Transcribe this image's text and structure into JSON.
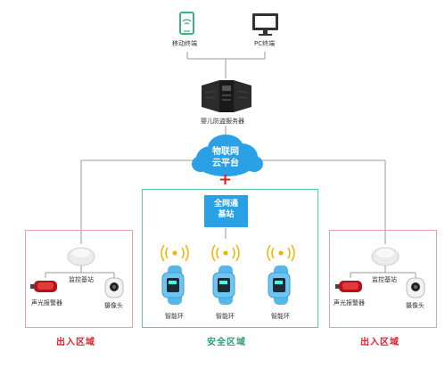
{
  "terminals": {
    "mobile_label": "移动终端",
    "pc_label": "PC终端",
    "mobile_icon": "mobile-phone-icon",
    "pc_icon": "monitor-icon"
  },
  "server": {
    "label": "婴儿防盗服务器",
    "icon": "server-rack-icon"
  },
  "cloud": {
    "line1": "物联网",
    "line2": "云平台",
    "plus": "+",
    "color": "#2aa0e6"
  },
  "base_station": {
    "line1": "全网通",
    "line2": "基站",
    "color": "#2aa0e6"
  },
  "safe_zone": {
    "title": "安全区域",
    "border_color": "#5cc9a7",
    "title_color": "#2e9e6f",
    "bands": [
      {
        "label": "智能环",
        "icon": "smart-band-icon"
      },
      {
        "label": "智能环",
        "icon": "smart-band-icon"
      },
      {
        "label": "智能环",
        "icon": "smart-band-icon"
      }
    ]
  },
  "left_zone": {
    "title": "出入区域",
    "border_color": "#e8a0a8",
    "title_color": "#d9232e",
    "monitor_label": "监控基站",
    "alarm_label": "声光报警器",
    "camera_label": "摄像头"
  },
  "right_zone": {
    "title": "出入区域",
    "border_color": "#e8a0a8",
    "title_color": "#d9232e",
    "monitor_label": "监控基站",
    "alarm_label": "声光报警器",
    "camera_label": "摄像头"
  },
  "colors": {
    "connector": "#9a9a9a",
    "plus": "#e02020",
    "signal": "#f2b300",
    "band": "#58b7ea"
  }
}
